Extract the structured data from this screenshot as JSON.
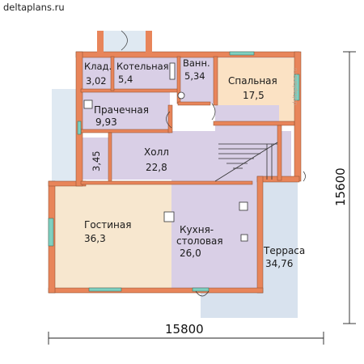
{
  "site": "deltaplans.ru",
  "watermark": "deltaplans.ru",
  "dimensions": {
    "width": "15800",
    "height": "15600"
  },
  "rooms": {
    "klad": {
      "name": "Клад.",
      "area": "3,02"
    },
    "kotelnaya": {
      "name": "Котельная",
      "area": "5,4"
    },
    "vann": {
      "name": "Ванн.",
      "area": "5,34"
    },
    "spalnaya": {
      "name": "Спальная",
      "area": "17,5"
    },
    "prachechnaya": {
      "name": "Прачечная",
      "area": "9,93"
    },
    "small": {
      "area": "3,45"
    },
    "holl": {
      "name": "Холл",
      "area": "22,8"
    },
    "gostinaya": {
      "name": "Гостиная",
      "area": "36,3"
    },
    "kuhnya": {
      "name_line1": "Кухня-",
      "name_line2": "столовая",
      "area": "26,0"
    },
    "terrasa": {
      "name": "Терраса",
      "area": "34,76"
    }
  },
  "colors": {
    "wall": "#e8855a",
    "living": "#f7e7cf",
    "lilac": "#d9cfe6",
    "bedroom": "#fbe2c4",
    "terrace": "#d8e2ee",
    "window": "#7fd0c0"
  }
}
